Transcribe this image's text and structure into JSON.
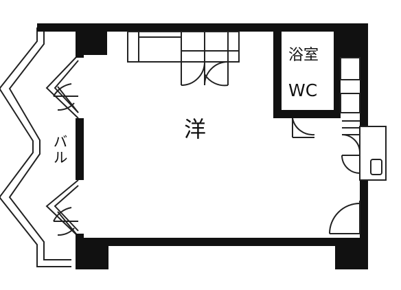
{
  "labels": {
    "main_room": "洋",
    "bathroom": "浴室",
    "toilet": "WC",
    "balcony": "バル"
  },
  "colors": {
    "wall": "#111111",
    "line": "#222222",
    "background": "#ffffff"
  }
}
